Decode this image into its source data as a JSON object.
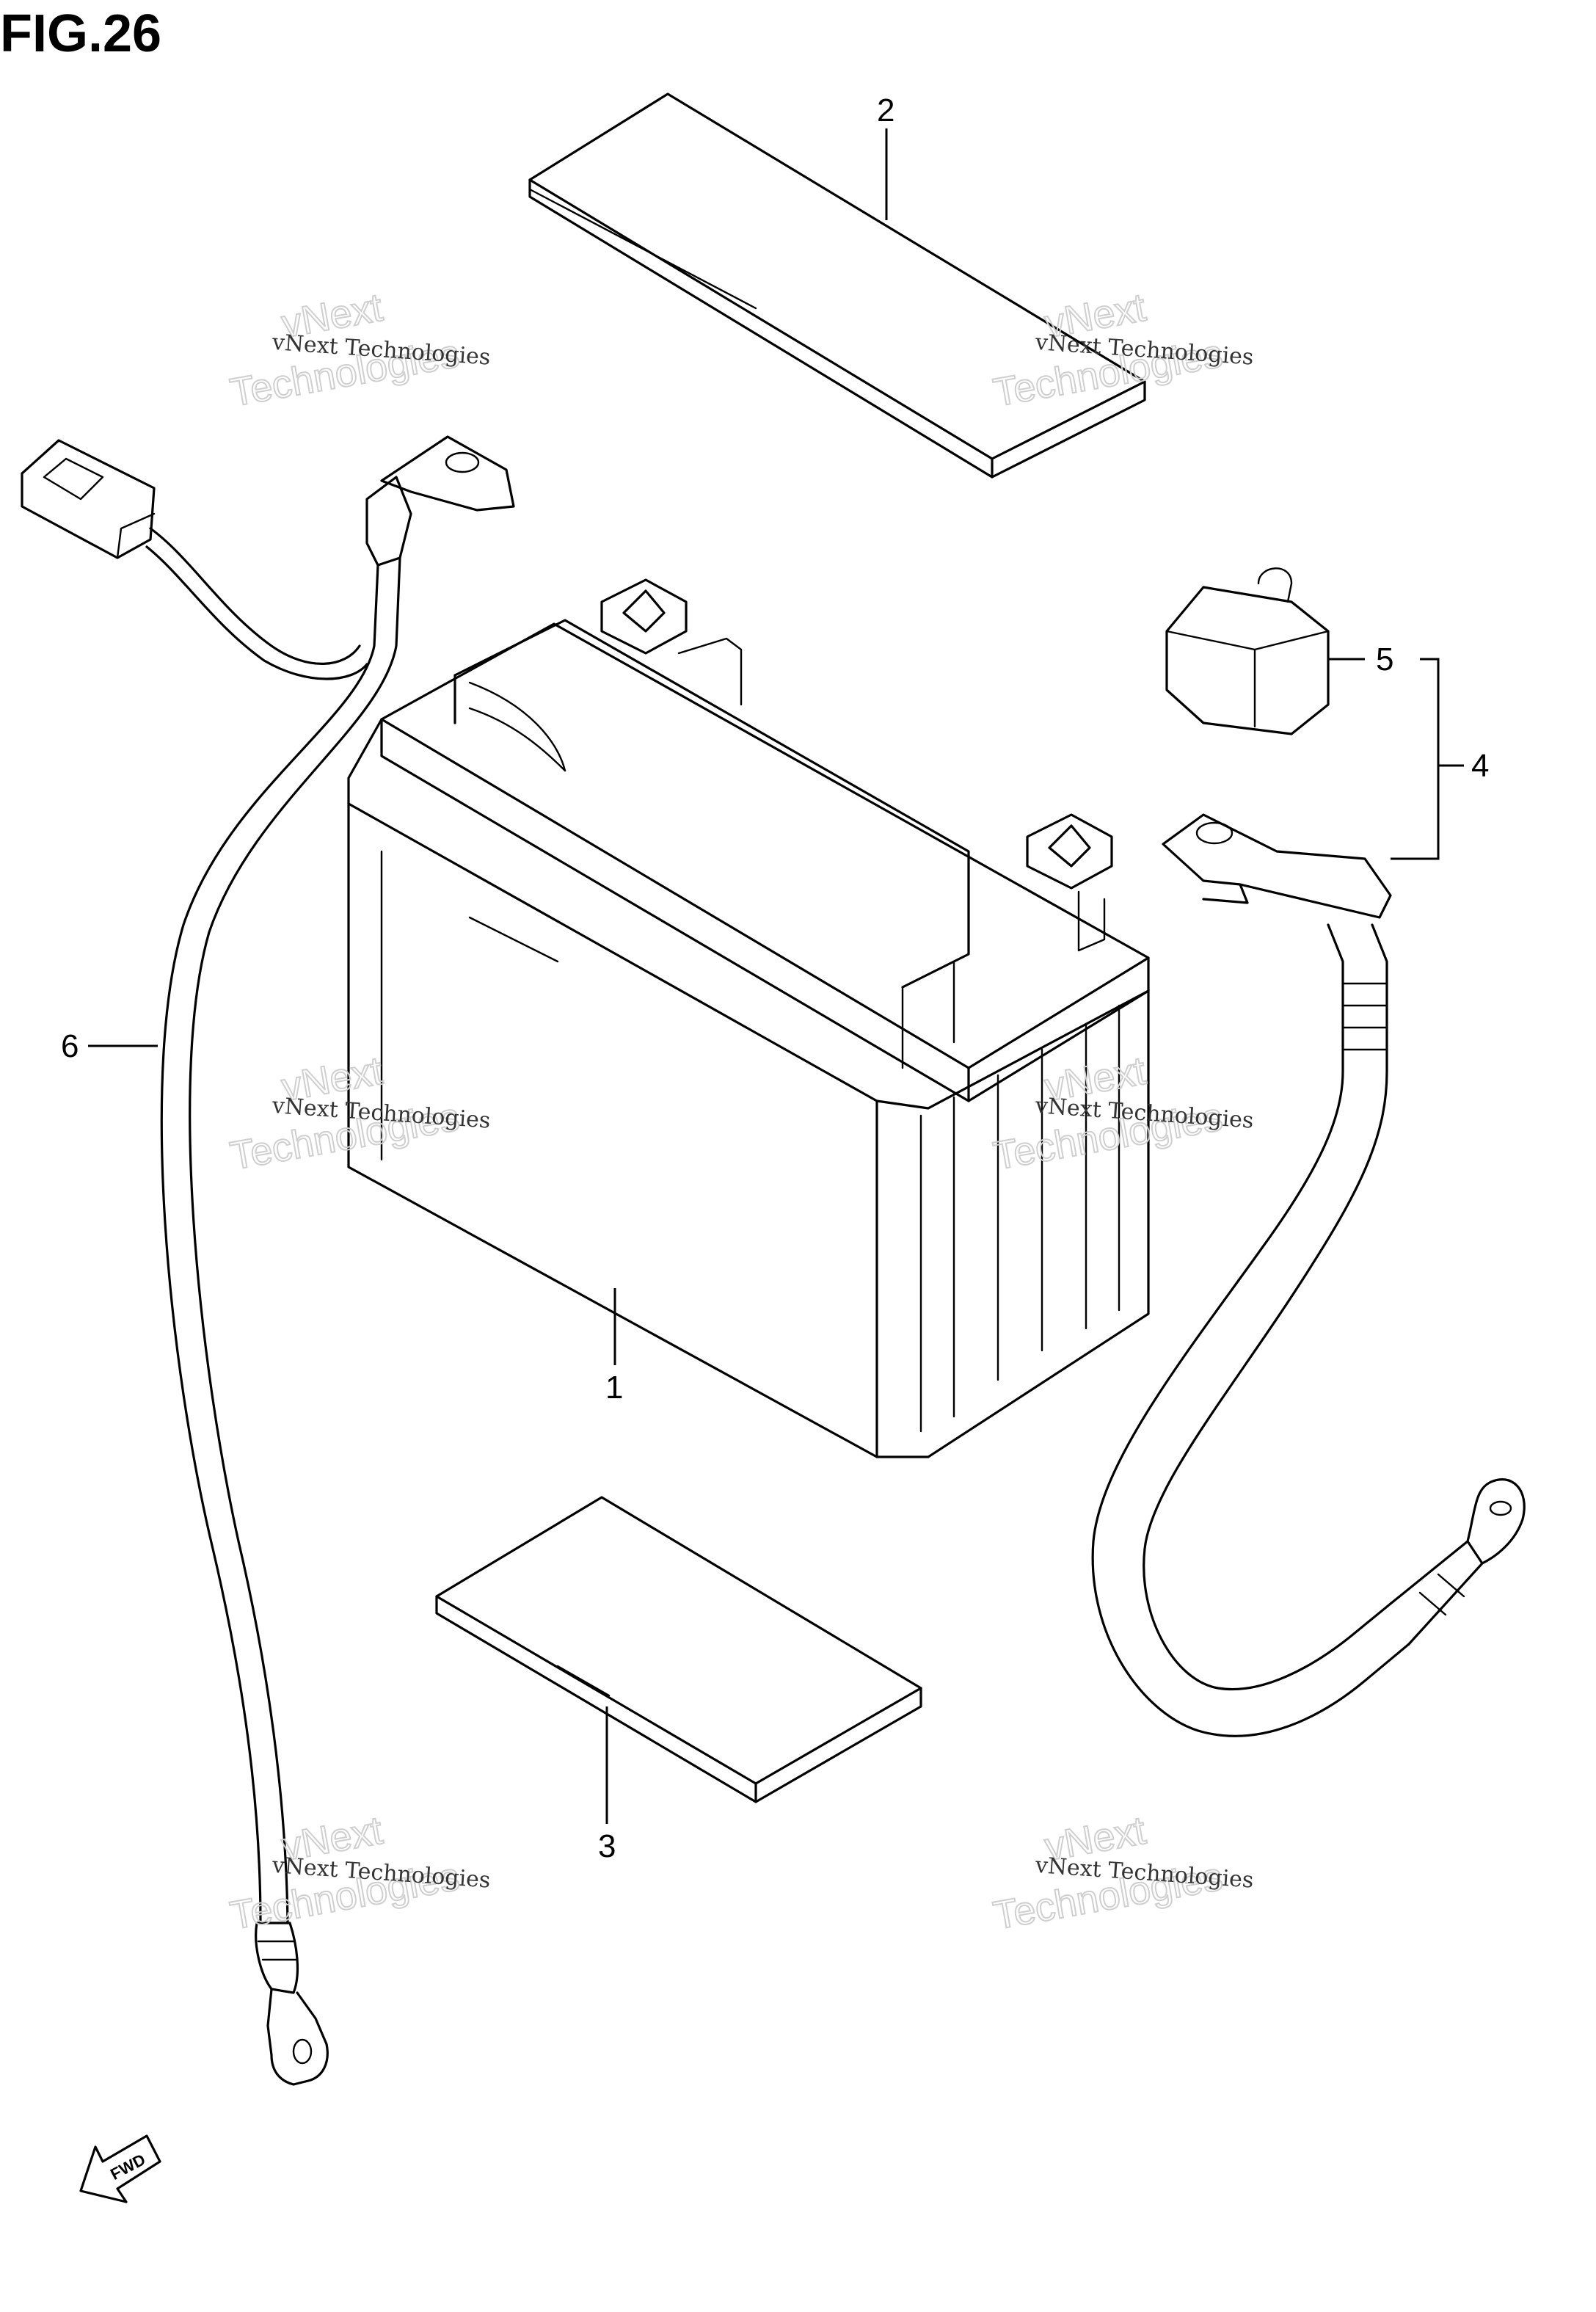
{
  "figure": {
    "title": "FIG.26"
  },
  "callouts": [
    {
      "id": "1",
      "label": "1"
    },
    {
      "id": "2",
      "label": "2"
    },
    {
      "id": "3",
      "label": "3"
    },
    {
      "id": "4",
      "label": "4"
    },
    {
      "id": "5",
      "label": "5"
    },
    {
      "id": "6",
      "label": "6"
    }
  ],
  "watermark": {
    "line1": "vNext Technologies",
    "line2a": "vNext",
    "line2b": "Technologies"
  },
  "direction_marker": {
    "label": "FWD",
    "icon": "fwd-arrow-icon"
  }
}
